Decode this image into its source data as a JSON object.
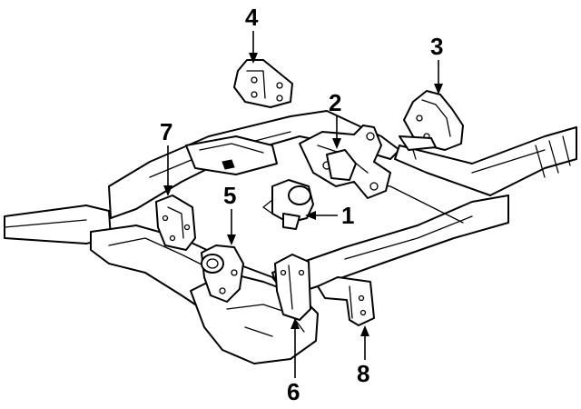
{
  "callouts": [
    {
      "id": "1",
      "label": "1"
    },
    {
      "id": "2",
      "label": "2"
    },
    {
      "id": "3",
      "label": "3"
    },
    {
      "id": "4",
      "label": "4"
    },
    {
      "id": "5",
      "label": "5"
    },
    {
      "id": "6",
      "label": "6"
    },
    {
      "id": "7",
      "label": "7"
    },
    {
      "id": "8",
      "label": "8"
    }
  ],
  "colors": {
    "ink": "#000000",
    "paper": "#ffffff"
  }
}
